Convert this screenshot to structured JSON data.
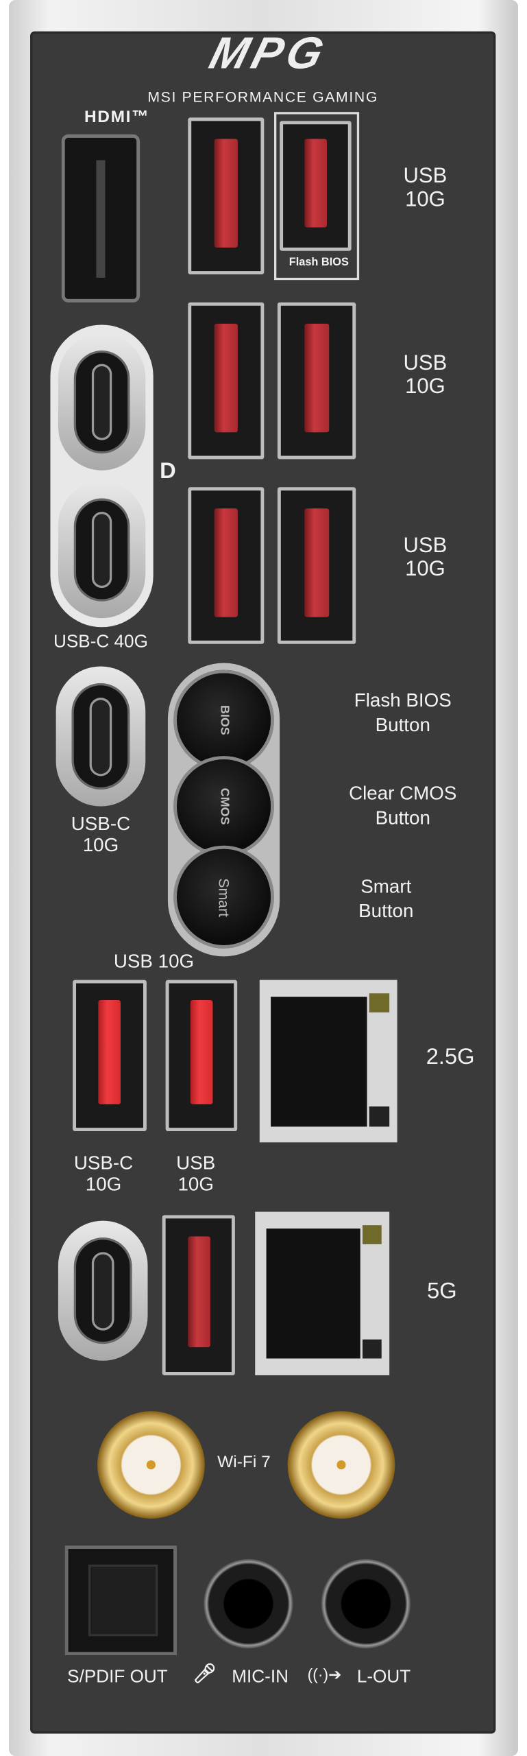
{
  "brand": {
    "logo": "MPG",
    "tagline": "MSI PERFORMANCE GAMING"
  },
  "hdmi": {
    "label": "HDMI™"
  },
  "usb_rows": [
    {
      "label_line1": "USB",
      "label_line2": "10G",
      "sub_label": "Flash BIOS"
    },
    {
      "label_line1": "USB",
      "label_line2": "10G"
    },
    {
      "label_line1": "USB",
      "label_line2": "10G"
    }
  ],
  "usbc40": {
    "label": "USB-C 40G",
    "dp_icon": "D"
  },
  "usbc10_top": {
    "label_line1": "USB-C",
    "label_line2": "10G"
  },
  "buttons": [
    {
      "cap": "BIOS",
      "label_line1": "Flash BIOS",
      "label_line2": "Button"
    },
    {
      "cap": "CMOS",
      "label_line1": "Clear CMOS",
      "label_line2": "Button"
    },
    {
      "cap": "Smart",
      "label_line1": "Smart",
      "label_line2": "Button"
    }
  ],
  "usb_pair_label": "USB 10G",
  "lan1": {
    "label": "2.5G"
  },
  "usbc10_bottom": {
    "label_line1": "USB-C",
    "label_line2": "10G"
  },
  "usb10_bottom": {
    "label_line1": "USB",
    "label_line2": "10G"
  },
  "lan2": {
    "label": "5G"
  },
  "wifi": {
    "label": "Wi-Fi 7"
  },
  "audio": {
    "spdif": "S/PDIF OUT",
    "mic": "MIC-IN",
    "lout": "L-OUT"
  }
}
